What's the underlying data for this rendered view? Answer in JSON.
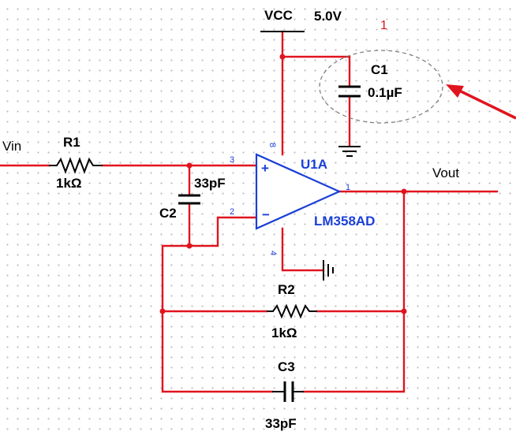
{
  "supply": {
    "label": "VCC",
    "voltage": "5.0V"
  },
  "annotation": {
    "number": "1"
  },
  "nets": {
    "input": "Vin",
    "output": "Vout"
  },
  "components": {
    "r1": {
      "ref": "R1",
      "value": "1kΩ"
    },
    "r2": {
      "ref": "R2",
      "value": "1kΩ"
    },
    "c1": {
      "ref": "C1",
      "value": "0.1µF"
    },
    "c2": {
      "ref": "C2",
      "value": "33pF"
    },
    "c3": {
      "ref": "C3",
      "value": "33pF"
    },
    "u1": {
      "ref": "U1A",
      "part": "LM358AD",
      "pin_in_plus": "3",
      "pin_in_minus": "2",
      "pin_out": "1",
      "pin_vcc": "8",
      "pin_gnd": "4",
      "plus_sign": "+",
      "minus_sign": "−"
    }
  },
  "colors": {
    "wire": "#e0141e",
    "opamp": "#1a3fd9",
    "arrow": "#e0141e"
  }
}
